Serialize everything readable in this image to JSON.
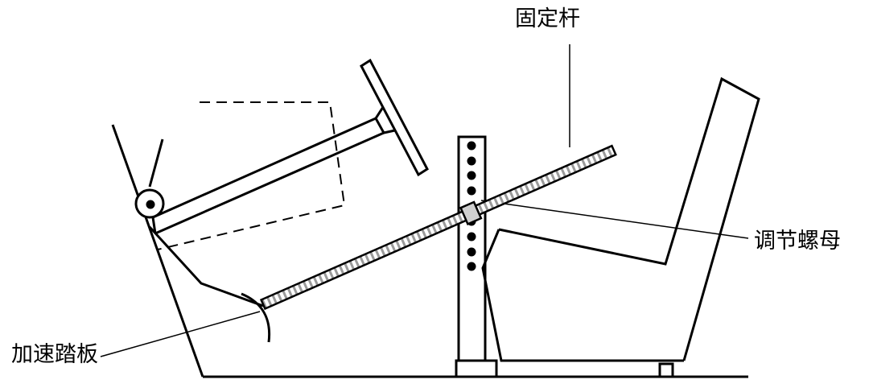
{
  "labels": {
    "fixed_rod": "固定杆",
    "adjusting_nut": "调节螺母",
    "accelerator_pedal": "加速踏板"
  },
  "colors": {
    "line": "#000000",
    "thread": "#9a9a9a",
    "nut_fill": "#d0d0d0",
    "background": "#ffffff"
  }
}
